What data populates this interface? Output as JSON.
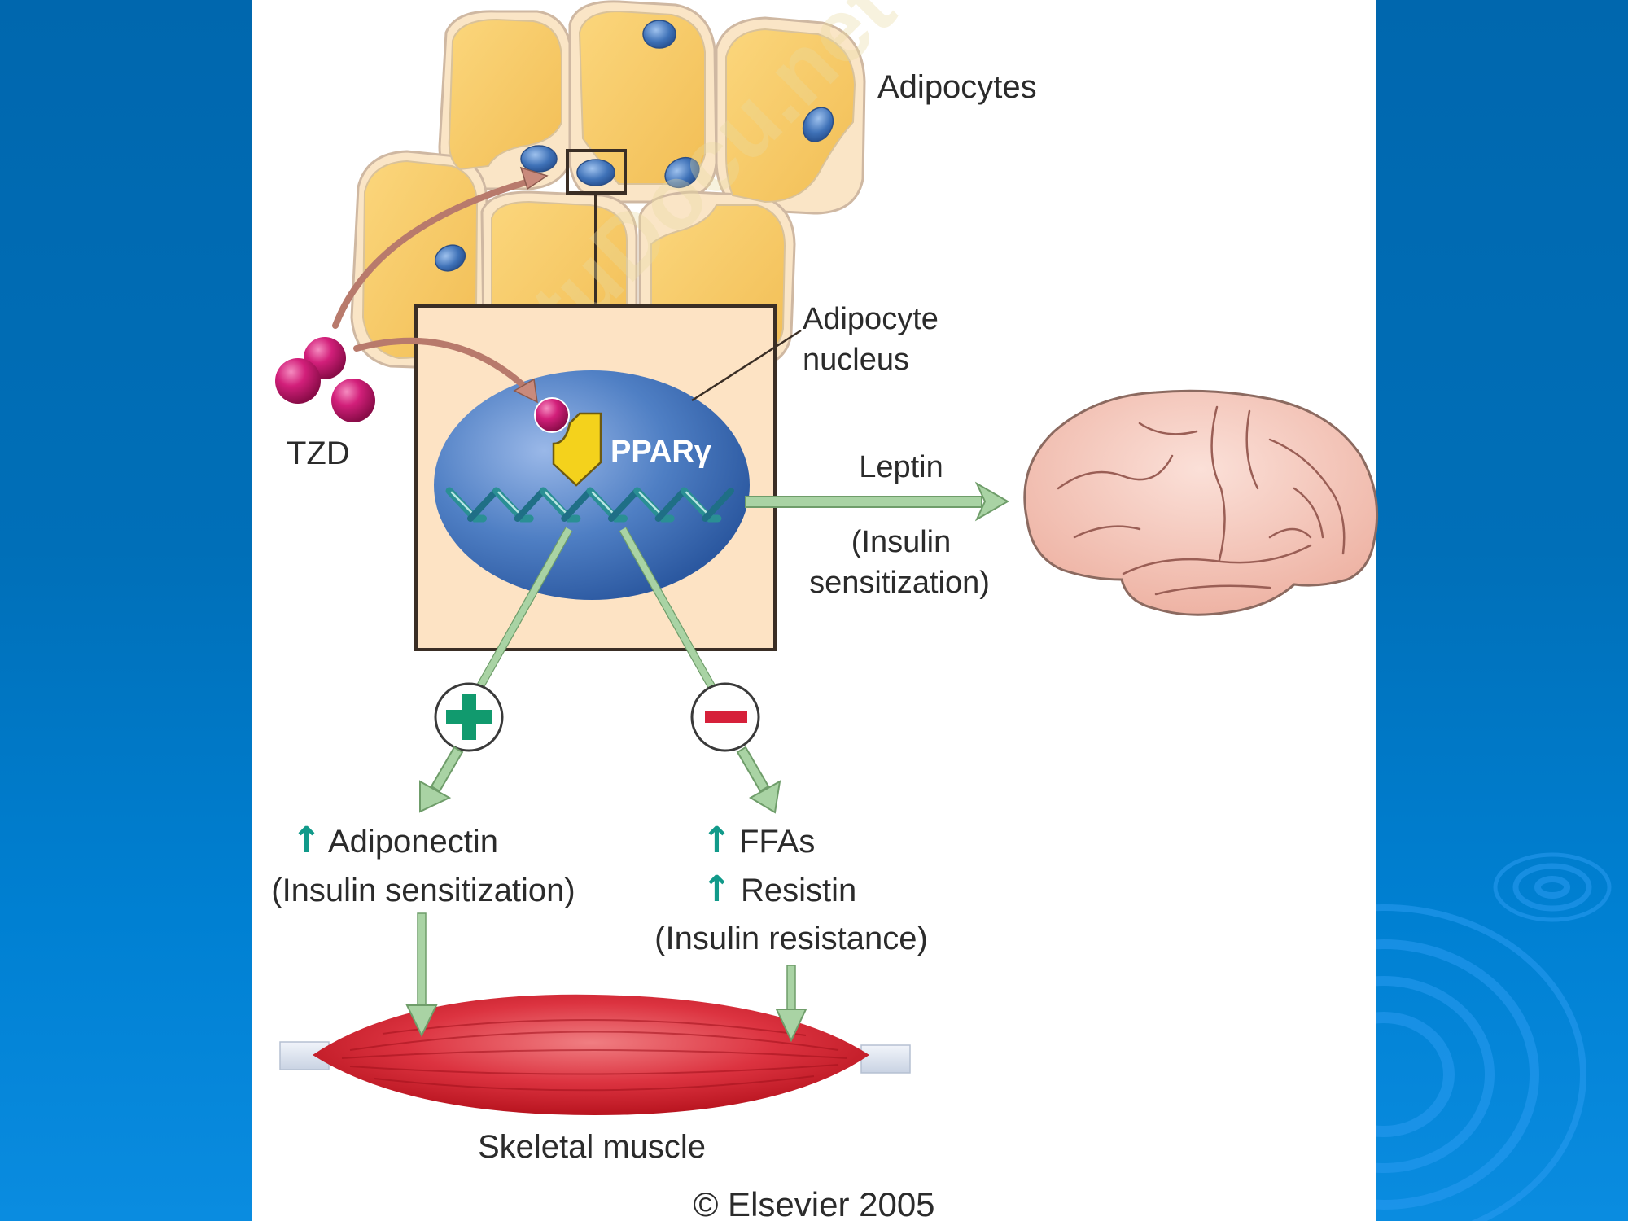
{
  "slide": {
    "background_color": "#0067ae",
    "panel_color": "#ffffff"
  },
  "diagram": {
    "title_labels": {
      "adipocytes": "Adipocytes",
      "nucleus_line1": "Adipocyte",
      "nucleus_line2": "nucleus",
      "tzd": "TZD",
      "ppar": "PPARγ",
      "leptin": "Leptin",
      "leptin_effect_line1": "(Insulin",
      "leptin_effect_line2": "sensitization)",
      "adiponectin": "Adiponectin",
      "adiponectin_effect": "(Insulin sensitization)",
      "ffas": "FFAs",
      "resistin": "Resistin",
      "resistance_effect": "(Insulin resistance)",
      "muscle": "Skeletal muscle",
      "copyright": "© Elsevier 2005"
    },
    "signs": {
      "positive": "+",
      "negative": "−"
    },
    "up_arrow_glyph": "↑",
    "watermark": "StuDocu.net",
    "colors": {
      "fat_cell": "#f6c860",
      "cell_membrane": "#f9e3c3",
      "nucleus_blue": "#3f72b8",
      "drug_magenta": "#c8186e",
      "ppar_yellow": "#f4d21c",
      "green_arrow": "#a9d3a4",
      "plus_green": "#119a6e",
      "minus_red": "#d6203a",
      "muscle_red": "#d92c3a",
      "brain_pink": "#f3c2b4",
      "box_fill": "#fde3c4"
    }
  }
}
